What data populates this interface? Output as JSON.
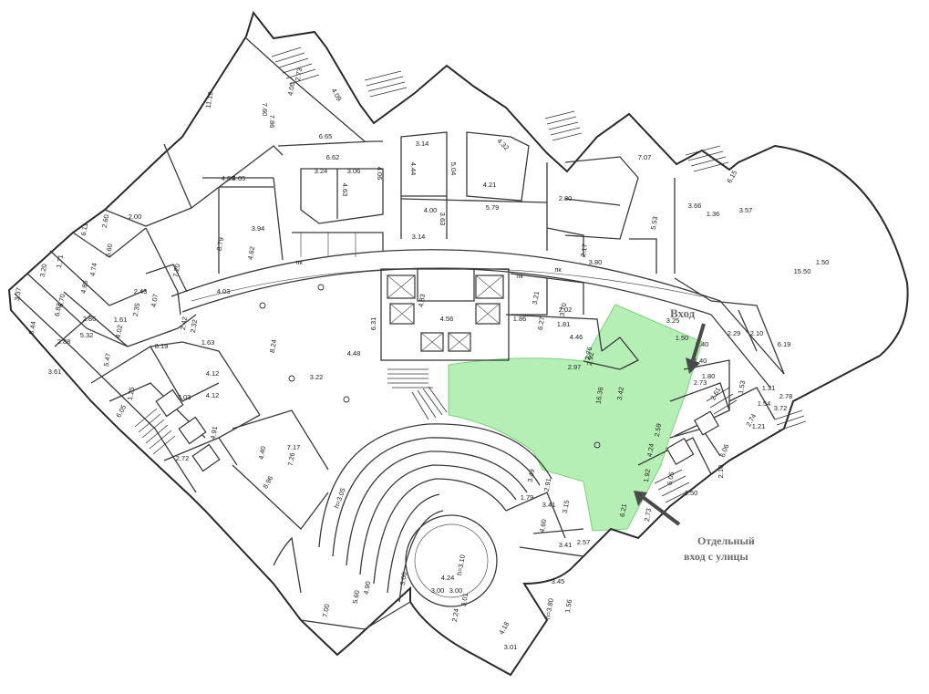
{
  "labels": {
    "entrance": "Вход",
    "street_entrance_line1": "Отдельный",
    "street_entrance_line2": "вход с улицы"
  },
  "colors": {
    "highlight_fill": "#b6efb6",
    "highlight_stroke": "#7bd17b",
    "arrow": "#4a4a4a",
    "wall": "#3a3a3a"
  },
  "dimensions": [
    "11.19",
    "7.60",
    "7.86",
    "4.09",
    "2.73",
    "4.00",
    "6.65",
    "6.62",
    "3.24",
    "3.06",
    "4.06",
    "4.63",
    "4.06",
    "3.14",
    "4.44",
    "5.04",
    "4.32",
    "4.21",
    "7.07",
    "6.15",
    "3.57",
    "1.36",
    "3.66",
    "5.53",
    "5.79",
    "3.63",
    "3.14",
    "4.00",
    "2.17",
    "3.80",
    "1.50",
    "15.50",
    "2.60",
    "6.11",
    "2.00",
    "6.60",
    "3.20",
    "1.71",
    "4.74",
    "4.86",
    "3.37",
    "6.70",
    "6.82",
    "2.43",
    "2.35",
    "4.07",
    "2.86",
    "1.61",
    "4.02",
    "2.88",
    "5.32",
    "8.44",
    "3.61",
    "5.47",
    "8.19",
    "2.42",
    "2.32",
    "1.63",
    "4.03",
    "7.20",
    "8.79",
    "3.94",
    "4.62",
    "4.05",
    "6.31",
    "4.83",
    "4.56",
    "1.86",
    "3.21",
    "3.70",
    "2.02",
    "1.81",
    "4.46",
    "6.27",
    "2.76",
    "2.92",
    "2.97",
    "3.25",
    "1.40",
    "1.50",
    "2.29",
    "6.19",
    "3.42",
    "16.36",
    "1.31",
    "2.78",
    "1.54",
    "3.72",
    "2.74",
    "1.21",
    "2.59",
    "4.24",
    "6.06",
    "2.10",
    "1.50",
    "6.05",
    "1.92",
    "6.21",
    "2.73",
    "1.53",
    "8.24",
    "4.48",
    "3.22",
    "1.25",
    "6.05",
    "3.03",
    "4.12",
    "4.12",
    "4.91",
    "2.72",
    "7.17",
    "7.26",
    "4.40",
    "8.96",
    "3.49",
    "2.91",
    "1.79",
    "3.41",
    "3.15",
    "4.60",
    "2.57",
    "3.41",
    "3.45",
    "1.56",
    "3.00",
    "5.60",
    "4.90",
    "7.00",
    "4.24",
    "3.00",
    "3.00",
    "3.01",
    "2.24",
    "4.18",
    "3.01",
    "2.40",
    "2.73",
    "2.61",
    "2.10",
    "1.80",
    "2.80"
  ],
  "annotations": [
    "h=3.05",
    "h=3.10",
    "h=3.80",
    "пк",
    "пк",
    "пк"
  ]
}
